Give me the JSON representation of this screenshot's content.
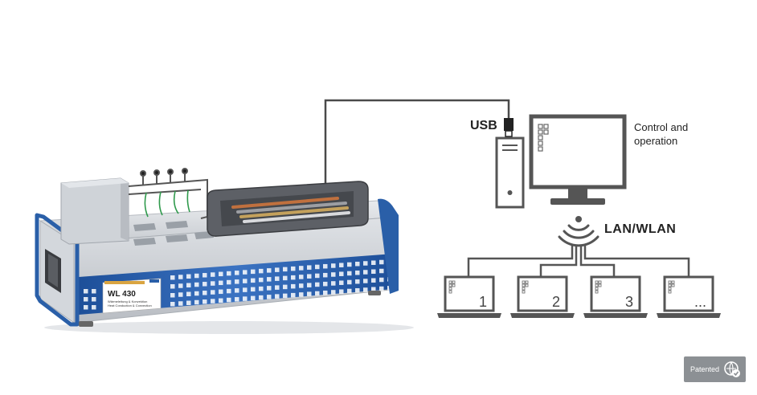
{
  "labels": {
    "usb": "USB",
    "control": "Control and operation",
    "network": "LAN/WLAN"
  },
  "device": {
    "model": "WL 430",
    "line1": "Wärmeleitung & Konvektion",
    "line2": "Heat Conduction & Convection"
  },
  "laptops": [
    "1",
    "2",
    "3",
    "..."
  ],
  "badge": {
    "text": "Patented"
  },
  "colors": {
    "device_blue": "#2a5fa8",
    "line_gray": "#4a4a4a",
    "screen_border": "#555555"
  }
}
